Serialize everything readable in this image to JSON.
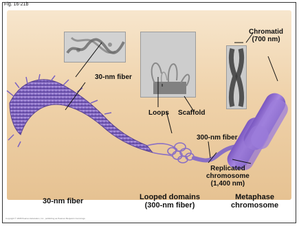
{
  "figure": {
    "label": "Fig. 16-21b",
    "copyright": "Copyright © 2008 Pearson Education, Inc., publishing as Pearson Benjamin Cummings"
  },
  "labels": {
    "fiber_30nm": "30-nm fiber",
    "loops": "Loops",
    "scaffold": "Scaffold",
    "fiber_300nm": "300-nm fiber",
    "chromatid_line1": "Chromatid",
    "chromatid_line2": "(700 nm)",
    "replicated_line1": "Replicated",
    "replicated_line2": "chromosome",
    "replicated_line3": "(1,400 nm)"
  },
  "captions": {
    "left": "30-nm fiber",
    "middle_line1": "Looped domains",
    "middle_line2": "(300-nm fiber)",
    "right_line1": "Metaphase",
    "right_line2": "chromosome"
  },
  "colors": {
    "background_panel": "#efd2aa",
    "fiber_purple": "#8a6fc4",
    "chromosome_purple": "#8d6cc9",
    "micrograph_gray": "#c9c9c9"
  }
}
